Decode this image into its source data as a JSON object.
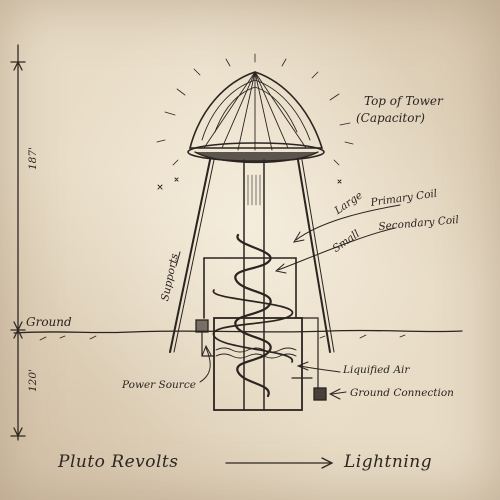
{
  "labels": {
    "top_of_tower": "Top of Tower",
    "capacitor": "(Capacitor)",
    "large": "Large",
    "primary_coil": "Primary Coil",
    "small": "Small",
    "secondary_coil": "Secondary Coil",
    "supports": "Supports",
    "ground": "Ground",
    "power_source": "Power Source",
    "liquified_air": "Liquified Air",
    "ground_connection": "Ground Connection",
    "dim_top": "187'",
    "dim_bottom": "120'"
  },
  "footer": {
    "artist": "Pluto Revolts",
    "album": "Lightning"
  },
  "colors": {
    "paper": "#e8dcc6",
    "ink": "#2b2420"
  }
}
